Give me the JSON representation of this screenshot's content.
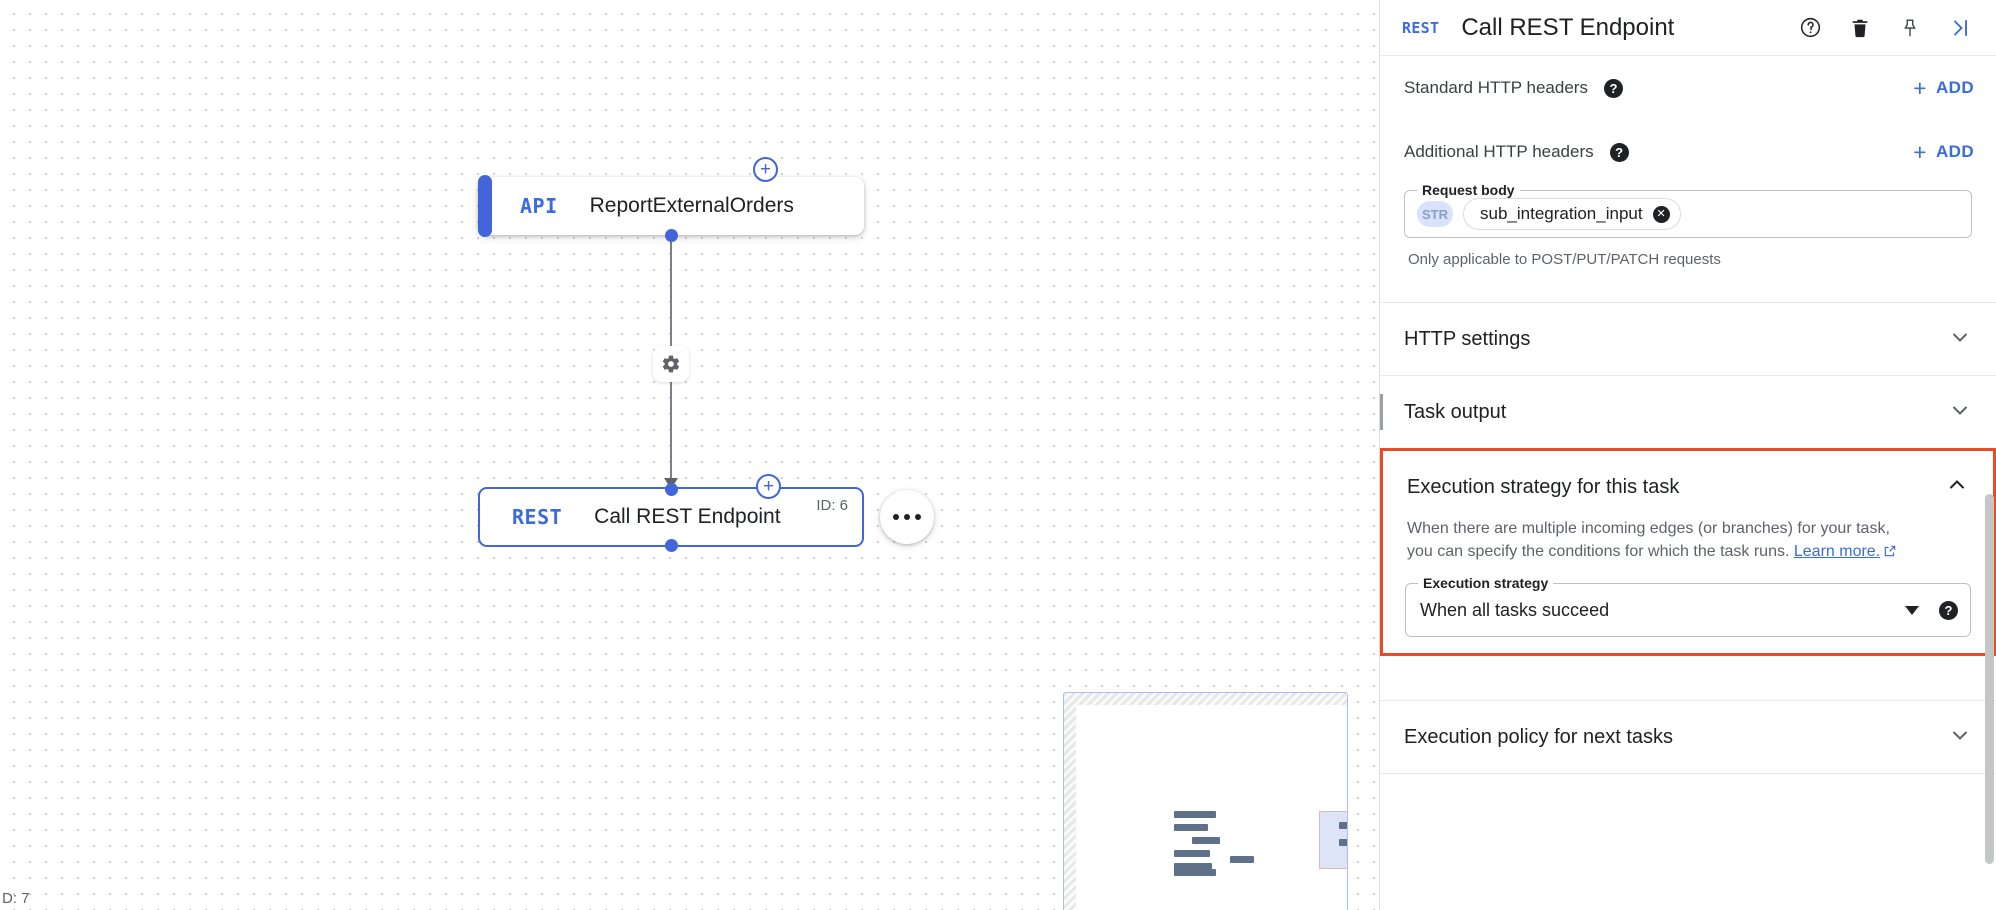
{
  "panel": {
    "header": {
      "badge": "REST",
      "title": "Call REST Endpoint",
      "icons": [
        "help-icon",
        "delete-icon",
        "pin-icon",
        "collapse-panel-icon"
      ]
    },
    "standard_headers": {
      "label": "Standard HTTP headers",
      "add_label": "ADD",
      "plus": "+"
    },
    "additional_headers": {
      "label": "Additional HTTP headers",
      "add_label": "ADD",
      "plus": "+"
    },
    "request_body": {
      "legend": "Request body",
      "type_pill": "STR",
      "variable": "sub_integration_input",
      "hint": "Only applicable to POST/PUT/PATCH requests"
    },
    "sections": [
      {
        "title": "HTTP settings",
        "state": "collapsed",
        "chevron": "chevron-down"
      },
      {
        "title": "Task output",
        "state": "collapsed",
        "chevron": "chevron-down"
      },
      {
        "title": "Execution policy for next tasks",
        "state": "collapsed",
        "chevron": "chevron-down"
      }
    ],
    "execution_strategy": {
      "title": "Execution strategy for this task",
      "state": "expanded",
      "chevron": "chevron-up",
      "description_line1": "When there are multiple incoming edges (or branches) for your task,",
      "description_line2": "you can specify the conditions for which the task runs.",
      "link_text": "Learn more.",
      "field_legend": "Execution strategy",
      "selected_value": "When all tasks succeed",
      "highlight_color": "#eb4a26"
    }
  },
  "canvas": {
    "nodes": [
      {
        "badge": "API",
        "label": "ReportExternalOrders",
        "id_label": "",
        "accent": "#4266d9"
      },
      {
        "badge": "REST",
        "label": "Call REST Endpoint",
        "id_label": "ID: 6",
        "accent": "#4266d9"
      }
    ],
    "edge": {
      "gear": "gear-icon"
    },
    "corner_label": "D: 7"
  }
}
